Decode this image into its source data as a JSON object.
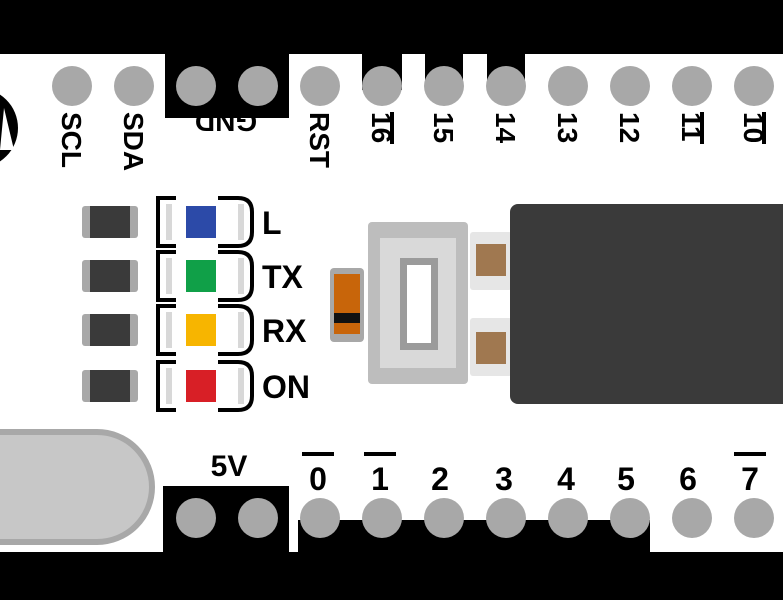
{
  "top_pins": {
    "labels": [
      "SCL",
      "SDA",
      "GND",
      "RST",
      "16",
      "15",
      "14",
      "13",
      "12",
      "11",
      "10"
    ],
    "overlined": [
      "16",
      "11",
      "10"
    ]
  },
  "bottom_pins": {
    "power_label": "5V",
    "labels": [
      "0",
      "1",
      "2",
      "3",
      "4",
      "5",
      "6",
      "7"
    ],
    "overlined": [
      "0",
      "1",
      "7"
    ]
  },
  "leds": [
    {
      "label": "L",
      "color": "#2c4aa8"
    },
    {
      "label": "TX",
      "color": "#10a048"
    },
    {
      "label": "RX",
      "color": "#f7b500"
    },
    {
      "label": "ON",
      "color": "#d81f26"
    }
  ],
  "colors": {
    "board": "#ffffff",
    "outline": "#000000",
    "pad": "#a8a8a8",
    "chip_body": "#3a3a3a",
    "switch_body": "#bdbdbd",
    "resistor": "#c8650a",
    "capacitor": "#a07850"
  }
}
